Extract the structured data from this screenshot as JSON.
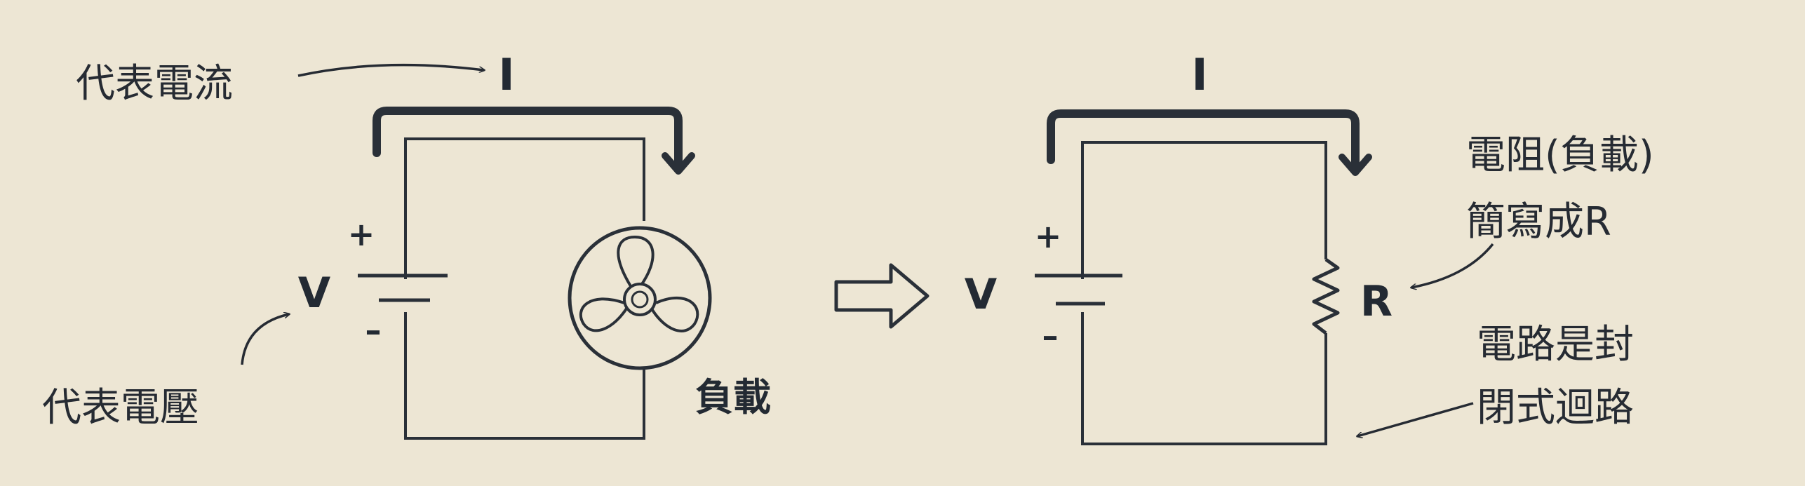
{
  "left_circuit": {
    "current_symbol": "I",
    "voltage_symbol": "V",
    "plus_sign": "+",
    "minus_sign": "–",
    "load_label": "負載",
    "load_icon": "fan-icon"
  },
  "right_circuit": {
    "current_symbol": "I",
    "voltage_symbol": "V",
    "plus_sign": "+",
    "minus_sign": "–",
    "resistor_symbol": "R",
    "load_icon": "resistor-zigzag-icon"
  },
  "annotations": {
    "current_note": "代表電流",
    "voltage_note": "代表電壓",
    "resistor_note_line1": "電阻(負載)",
    "resistor_note_line2": "簡寫成R",
    "closed_loop_line1": "電路是封",
    "closed_loop_line2": "閉式迴路"
  },
  "transition_icon": "right-arrow-icon",
  "colors": {
    "background": "#ede6d4",
    "ink": "#232a33"
  }
}
